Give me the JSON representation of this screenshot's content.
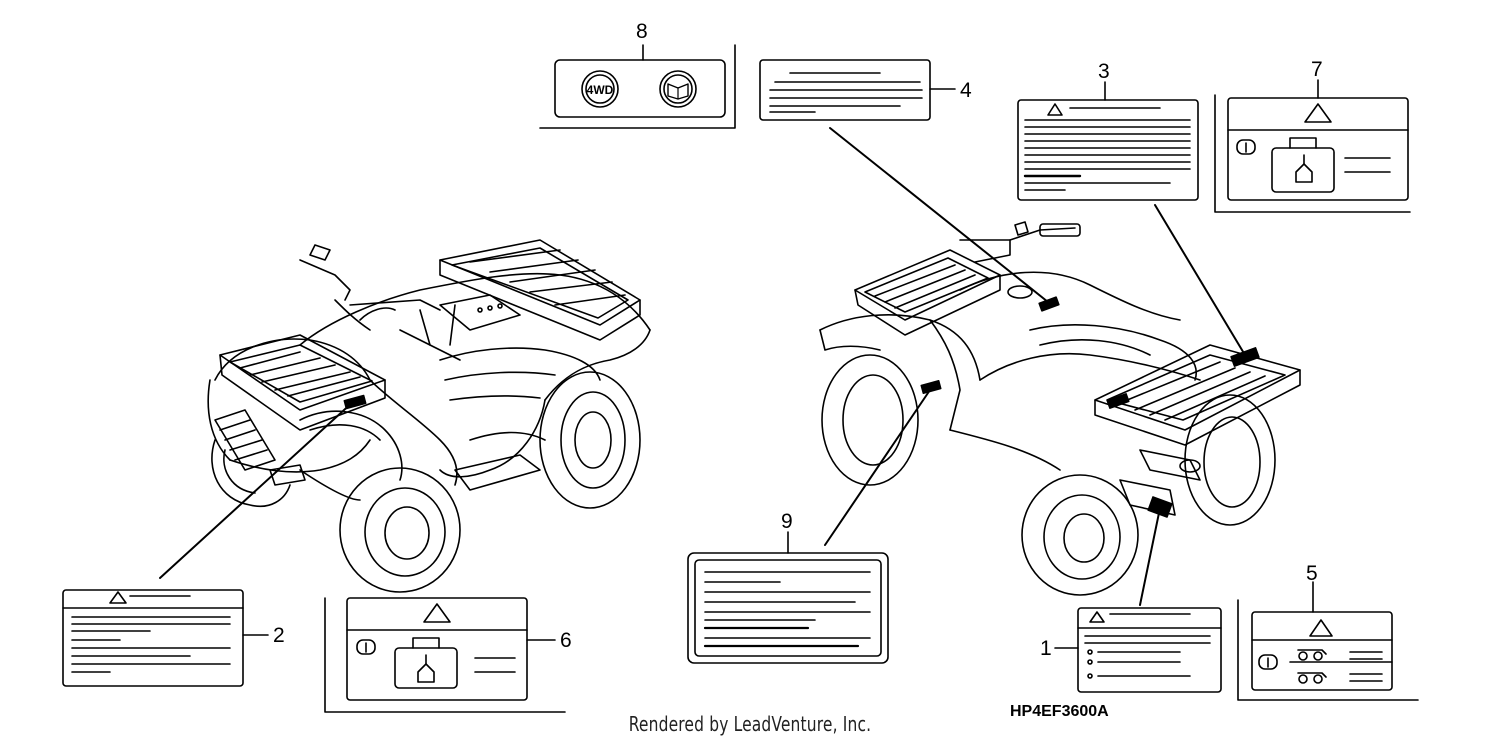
{
  "diagram": {
    "drawing_code": "HP4EF3600A",
    "footer": "Rendered by LeadVenture, Inc.",
    "callouts": [
      {
        "number": "1"
      },
      {
        "number": "2"
      },
      {
        "number": "3"
      },
      {
        "number": "4"
      },
      {
        "number": "5"
      },
      {
        "number": "6"
      },
      {
        "number": "7"
      },
      {
        "number": "8"
      },
      {
        "number": "9"
      }
    ],
    "label_8_badge": "4WD"
  }
}
